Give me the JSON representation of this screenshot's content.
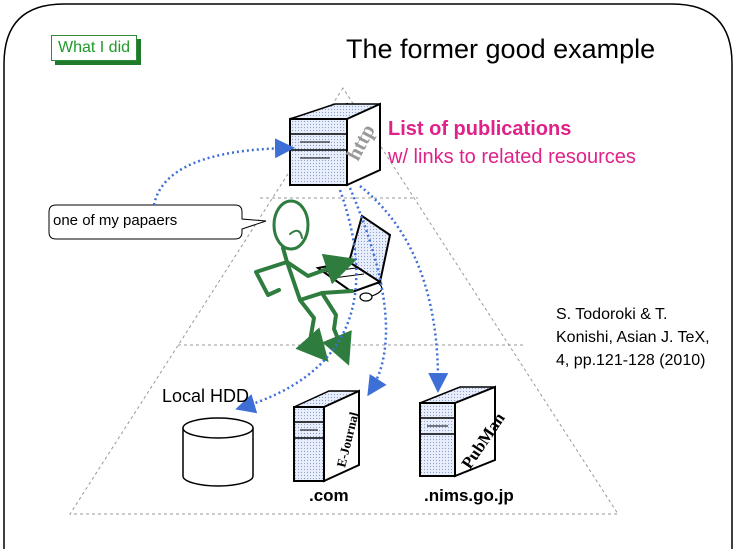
{
  "tag": "What I did",
  "title": "The former good example",
  "list_title": "List of publications",
  "list_subtitle": "w/ links to related resources",
  "callout": "one of my papaers",
  "local_hdd": "Local HDD",
  "server_http": "http",
  "server_ejournal": "E-Journal",
  "server_pubman": "PubMan",
  "domain_com": ".com",
  "domain_nims": ".nims.go.jp",
  "reference": "S. Todoroki & T. Konishi, Asian J. TeX, 4, pp.121-128 (2010)",
  "colors": {
    "pink": "#e0218a",
    "green": "#2e7d3e",
    "arrow": "#3d6fd6"
  }
}
